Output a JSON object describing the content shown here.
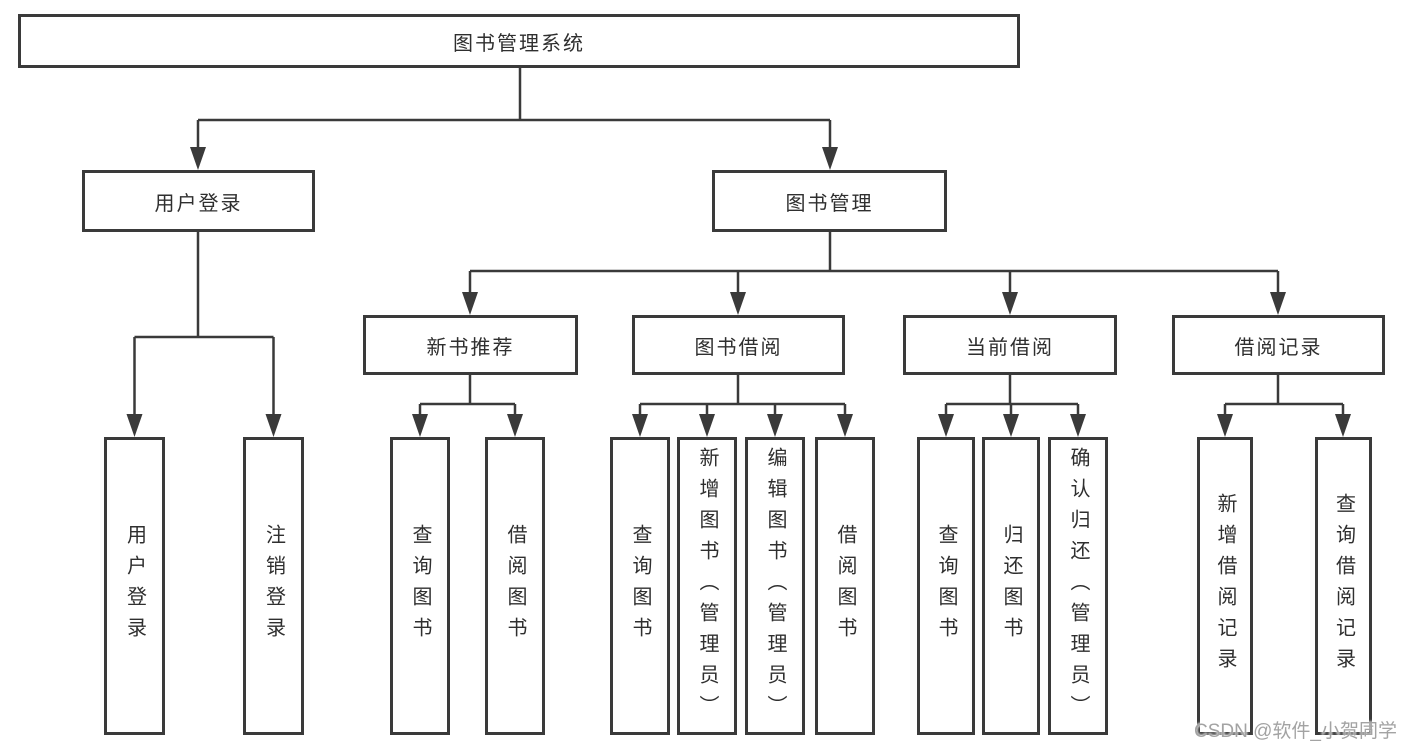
{
  "tree": {
    "label": "图书管理系统",
    "children": [
      {
        "label": "用户登录",
        "children": [
          {
            "label": "用户登录"
          },
          {
            "label": "注销登录"
          }
        ]
      },
      {
        "label": "图书管理",
        "children": [
          {
            "label": "新书推荐",
            "children": [
              {
                "label": "查询图书"
              },
              {
                "label": "借阅图书"
              }
            ]
          },
          {
            "label": "图书借阅",
            "children": [
              {
                "label": "查询图书"
              },
              {
                "label": "新增图书（管理员）"
              },
              {
                "label": "编辑图书（管理员）"
              },
              {
                "label": "借阅图书"
              }
            ]
          },
          {
            "label": "当前借阅",
            "children": [
              {
                "label": "查询图书"
              },
              {
                "label": "归还图书"
              },
              {
                "label": "确认归还（管理员）"
              }
            ]
          },
          {
            "label": "借阅记录",
            "children": [
              {
                "label": "新增借阅记录"
              },
              {
                "label": "查询借阅记录"
              }
            ]
          }
        ]
      }
    ]
  },
  "watermark": "CSDN @软件_小贺同学",
  "colors": {
    "border": "#3a3a3a",
    "text": "#2f2f2f",
    "watermark": "#a3a3a3",
    "background": "#ffffff"
  }
}
